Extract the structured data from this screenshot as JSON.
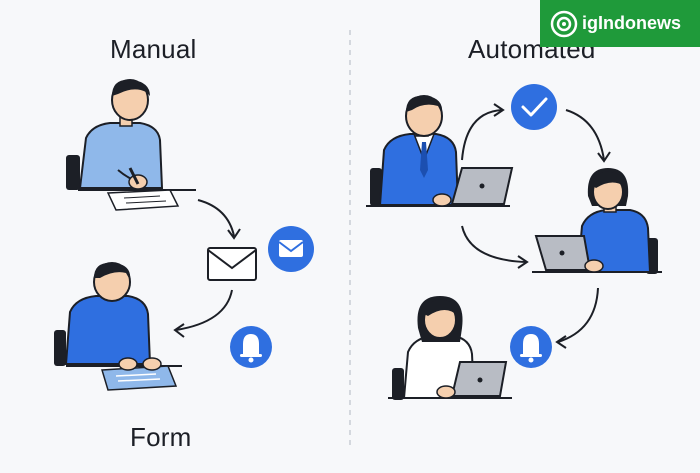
{
  "labels": {
    "manual": "Manual",
    "automated": "Automated",
    "form": "Form"
  },
  "watermark": {
    "brand": "igIndonews"
  },
  "colors": {
    "accent_blue": "#2f6fe0",
    "shirt_light": "#8fb8ea",
    "dark": "#1c1f26",
    "brand_green": "#1f9a3a"
  },
  "icons": [
    "check-icon",
    "mail-icon",
    "envelope-icon",
    "bell-icon",
    "laptop-icon"
  ]
}
